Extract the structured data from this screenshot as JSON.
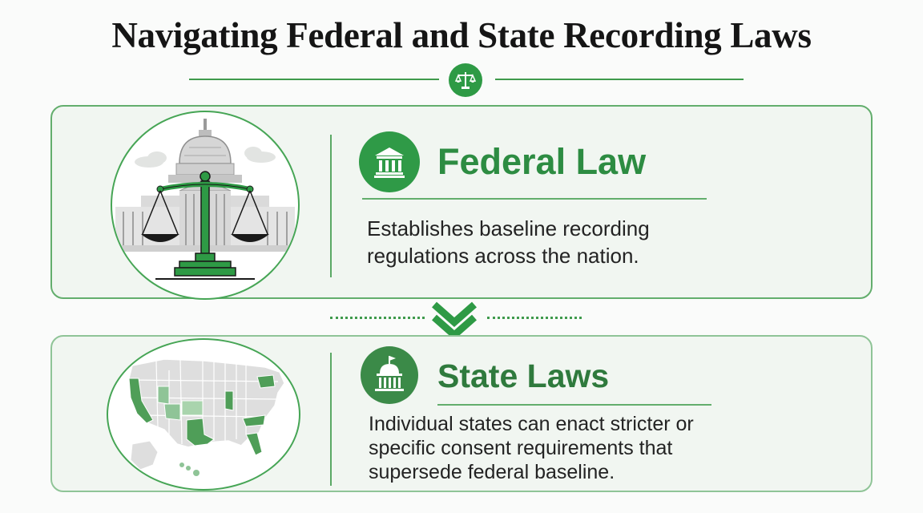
{
  "page": {
    "title": "Navigating Federal and State Recording Laws"
  },
  "colors": {
    "primary_green": "#2e9a45",
    "dark_green": "#2f7a3d",
    "card_border": "#63ae6d",
    "card_fill": "#f1f6f1"
  },
  "icons": {
    "header_badge": "scales-icon",
    "federal": "government-building-icon",
    "state": "state-capitol-icon",
    "connector": "chevron-down-icon"
  },
  "federal": {
    "heading": "Federal Law",
    "description_line1": "Establishes baseline recording",
    "description_line2": "regulations across the nation."
  },
  "state": {
    "heading": "State Laws",
    "description_line1": "Individual states can enact stricter or",
    "description_line2": "specific consent requirements that",
    "description_line3": "supersede federal baseline."
  }
}
